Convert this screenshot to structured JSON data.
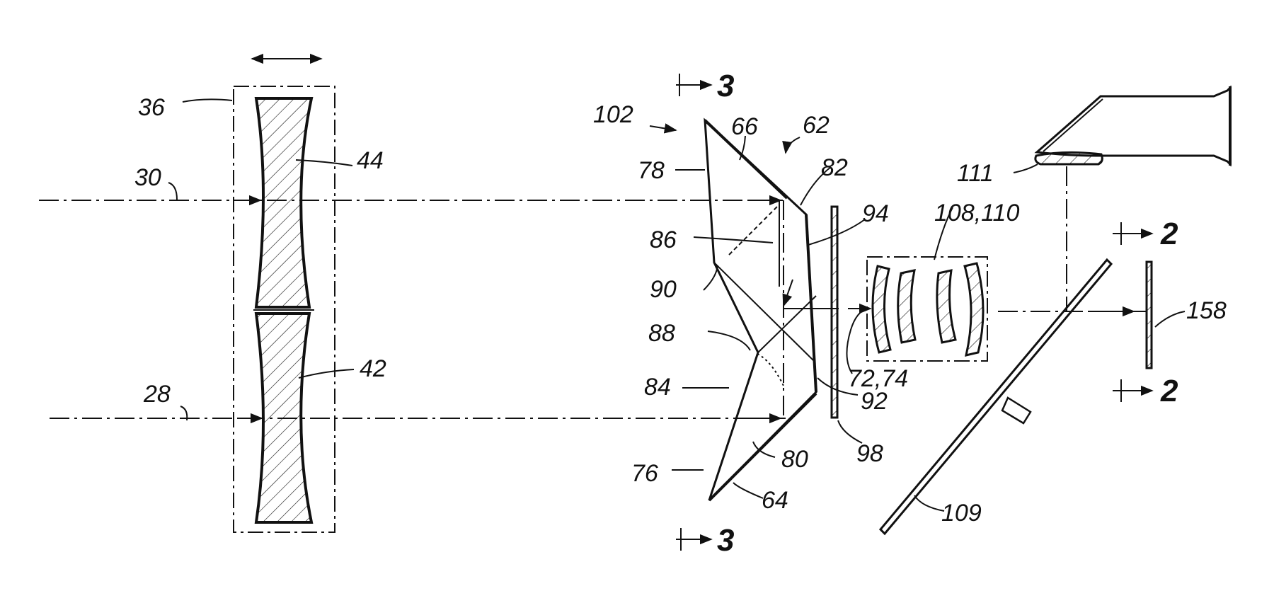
{
  "diagram": {
    "labels": {
      "l36": "36",
      "l30": "30",
      "l44": "44",
      "l28": "28",
      "l42": "42",
      "l102": "102",
      "l66": "66",
      "l62": "62",
      "l78": "78",
      "l82": "82",
      "l94": "94",
      "l86": "86",
      "l90": "90",
      "l88": "88",
      "l84": "84",
      "l92": "92",
      "l76": "76",
      "l80": "80",
      "l64": "64",
      "l98": "98",
      "l108_110": "108,110",
      "l72_74": "72,74",
      "l111": "111",
      "l158": "158",
      "l109": "109",
      "sec3_top": "3",
      "sec3_bottom": "3",
      "sec2_top": "2",
      "sec2_bottom": "2"
    }
  }
}
